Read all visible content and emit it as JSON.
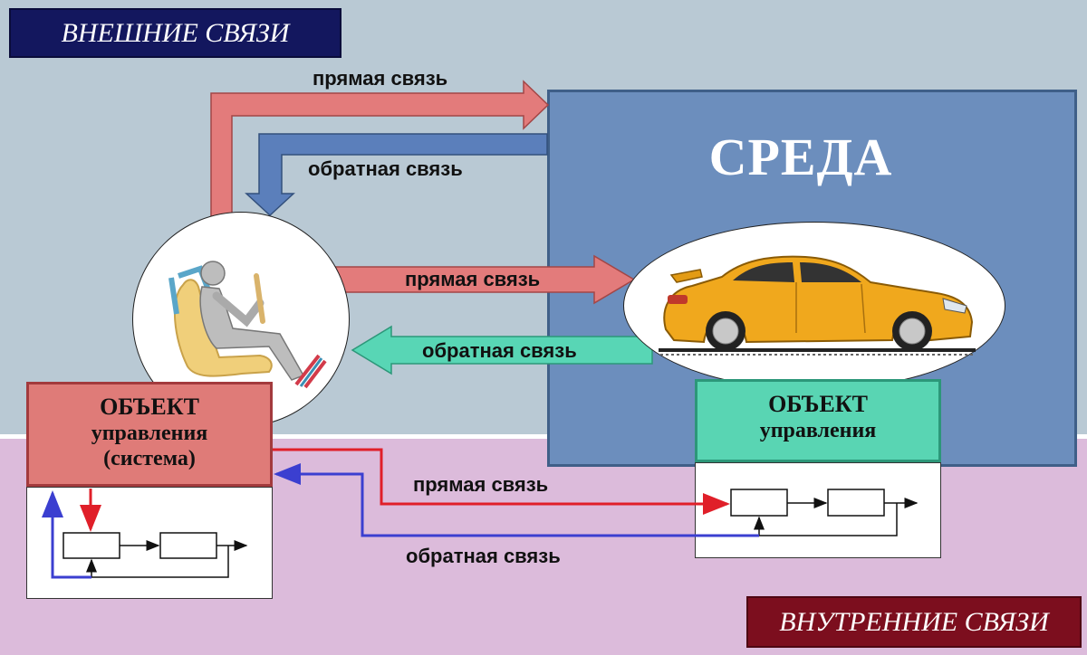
{
  "tags": {
    "external": "ВНЕШНИЕ СВЯЗИ",
    "internal": "ВНУТРЕННИЕ СВЯЗИ"
  },
  "environment": {
    "title": "СРЕДА"
  },
  "object_left": {
    "title": "ОБЪЕКТ",
    "line1": "управления",
    "line2": "(система)"
  },
  "object_right": {
    "title": "ОБЪЕКТ",
    "line1": "управления"
  },
  "labels": {
    "direct_top": "прямая связь",
    "feedback_top": "обратная связь",
    "direct_mid": "прямая связь",
    "feedback_mid": "обратная связь",
    "direct_bottom": "прямая связь",
    "feedback_bottom": "обратная связь"
  },
  "colors": {
    "direct_pink": "#e37b7b",
    "feedback_blue": "#5b7fbb",
    "feedback_green": "#58d6b5",
    "line_red": "#e01f29",
    "line_blue": "#3b3fd0",
    "car_yellow": "#f0a81d"
  },
  "icons": {
    "driver": "driver-seat-icon",
    "car": "sedan-car-icon"
  }
}
